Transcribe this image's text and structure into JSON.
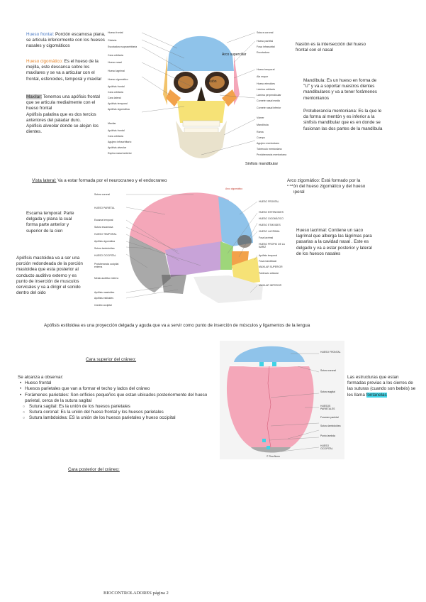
{
  "front": {
    "hueso_frontal_term": "Hueso frontal:",
    "hueso_frontal_text": " Porción escamosa plana, se articula inferiormente con los huesos nasales y cigomáticos",
    "cigomatico_term": "Hueso cigomático:",
    "cigomatico_text": " Es el hueso de la mejilla, este descansa sobre los maxilares y se va a articular con el frontal, esfenoides, temporal y maxilar",
    "maxilar_term": "Maxilar:",
    "maxilar_text": " Tenemos una apófisis frontal que se articula medialmente con el hueso frontal",
    "palatina_text": "Apófisis palatina que es dos tercios anteriores del paladar duro.",
    "alveolar_text": "Apófisis alveolar donde se alojan los dientes.",
    "nasion_text": "Nasión es la intersección del hueso frontal con el nasal",
    "mandibula_text": "Mandíbula: Es un hueso en forma de \"U\" y va a soportar nuestros dientes mandibulares y va a tener forámenes mentonianos",
    "protuberancia_text": "Protuberancia mentoniana: Es la que le da forma al mentón y es inferior a la sinfisis mandibular que es en donde se fusionan las dos partes de la mandíbula",
    "img_labels": {
      "arco_superciliar": "Arco superciliar",
      "nasion": "Nasión",
      "sinfisis": "Sinfisis mandibular"
    },
    "left_labels": [
      "Hueso frontal",
      "Glabela",
      "Escotadura supraorbitaria",
      "Cara orbitaria",
      "Hueso nasal",
      "Hueso lagrimal",
      "Hueso cigomático",
      "Apófisis frontal",
      "Cara orbitaria",
      "Cara lateral",
      "Apófisis temporal",
      "Apófisis cigomática",
      "Maxilar",
      "Apófisis frontal",
      "Cara orbitaria",
      "Agujero infraorbitario",
      "Apófisis alveolar",
      "Espina nasal anterior"
    ],
    "right_labels": [
      "Sutura coronal",
      "Hueso parietal",
      "Fosa infrasubtal",
      "Escotadura",
      "Hueso temporal",
      "Ala mayor",
      "Hueso etmoides",
      "Lámina orbitaria",
      "Lámina perpendicular",
      "Cornete nasal medio",
      "Cornete nasal inferior",
      "Vómer",
      "Mandíbula",
      "Rama",
      "Cuerpo",
      "Agujero mentoniano",
      "Tubérculo mentoniano",
      "Protuberancia mentoniana"
    ]
  },
  "lateral": {
    "heading_prefix": "Vista lateral:",
    "heading_text": " Va a estar formada por el neurocraneo y el endocraneo",
    "arco_text": "Arco zigomático: Está formado por la unión del hueso zigomático y del hueso temporal",
    "escama_text": "Escama temporal: Parte delgada y plana la cual forma parte anterior y superior de la cien",
    "mastoides_text": "Apófisis mastoidea va a ser una porción redondeada de la porción mastoidea que esta posterior al conducto auditivo externo y es punto de inserción de musculos cervicales y va a dirigir el sonido dentro del oido",
    "lagrimal_text": "Hueso lacrimal: Contiene un saco lagrimal que alberga las lágrimas para pasarlas a la cavidad nasal . Este es delgado y va a estar posterior y lateral de los huesos nasales",
    "estiloides_text": "Apófisis estiloidea es una proyección delgada y aguda que va a servir como punto de inserción de músculos y ligamentos de la lengua",
    "left_labels": [
      "Sutura coronal",
      "HUESO PARIETAL",
      "Escama temporal",
      "Sutura escamosa",
      "HUESO TEMPORAL",
      "Apófisis cigomática",
      "Sutura lambdoidea",
      "HUESO OCCIPITAL",
      "Protuberancia occipital externa",
      "Meato auditivo externo",
      "Apófisis mastoides",
      "Apófisis estiloides",
      "Cóndilo occipital"
    ],
    "top_label": "Arco cigomático",
    "right_labels": [
      "HUESO FRONTAL",
      "HUESO ESFENOIDES",
      "HUESO CIGOMÁTICO",
      "HUESO ETMOIDES",
      "HUESO LACRIMAL",
      "Fosa lacrimal",
      "HUESO PROPIO DE LA NARIZ",
      "Apófisis temporal",
      "Fosa mandibular",
      "MAXILAR SUPERIOR",
      "Tubérculo articular",
      "MAXILAR INFERIOR"
    ]
  },
  "superior": {
    "heading": "Cara superior del cráneo:",
    "intro": "Se alcanza a observar:",
    "bullets": [
      "Hueso frontal",
      "Huesos parietales que van a formar el techo y lados del cráneo",
      "Forámenes parietales: Son orificios pequeños que estan ubicados posteriormente del hueso parietal, cerca de la sutura sagital"
    ],
    "sub_bullets": [
      "Sutura sagital: Es la unión de los huesos parietales",
      "Sutura coronal: Es la unión del hueso frontal y los huesos parietales",
      "Sutura lambdoidea: ES la unión de los huesos parietales y hueso occipital"
    ],
    "fontanelas_pre": "Las estructuras que estan formadas previas a los cierres de las suturas (cuando son bebés) se les llama ",
    "fontanelas_term": "fontanelas",
    "img_labels": [
      "HUESO FRONTAL",
      "Sutura coronal",
      "Sutura sagital",
      "HUESOS PARIETALES",
      "Foramen parietal",
      "Sutura lambdoidea",
      "Punto lambda",
      "HUESO OCCIPITAL"
    ],
    "bottom_label": "© Tina Nuno"
  },
  "posterior": {
    "heading": "Cara posterior del cráneo:"
  },
  "footer": {
    "text": "BIOCONTROLADORES página 2"
  },
  "colors": {
    "frontal_blue": "#8fc3ea",
    "parietal_pink": "#f4a7b9",
    "temporal_purple": "#c8a3d8",
    "cigomatico_orange": "#f2a24b",
    "maxilar_yellow": "#f6e276",
    "occipital_gray": "#a9a9a9",
    "esfenoides_green": "#9ed67a",
    "highlight_cyan": "#3fd3e6"
  }
}
